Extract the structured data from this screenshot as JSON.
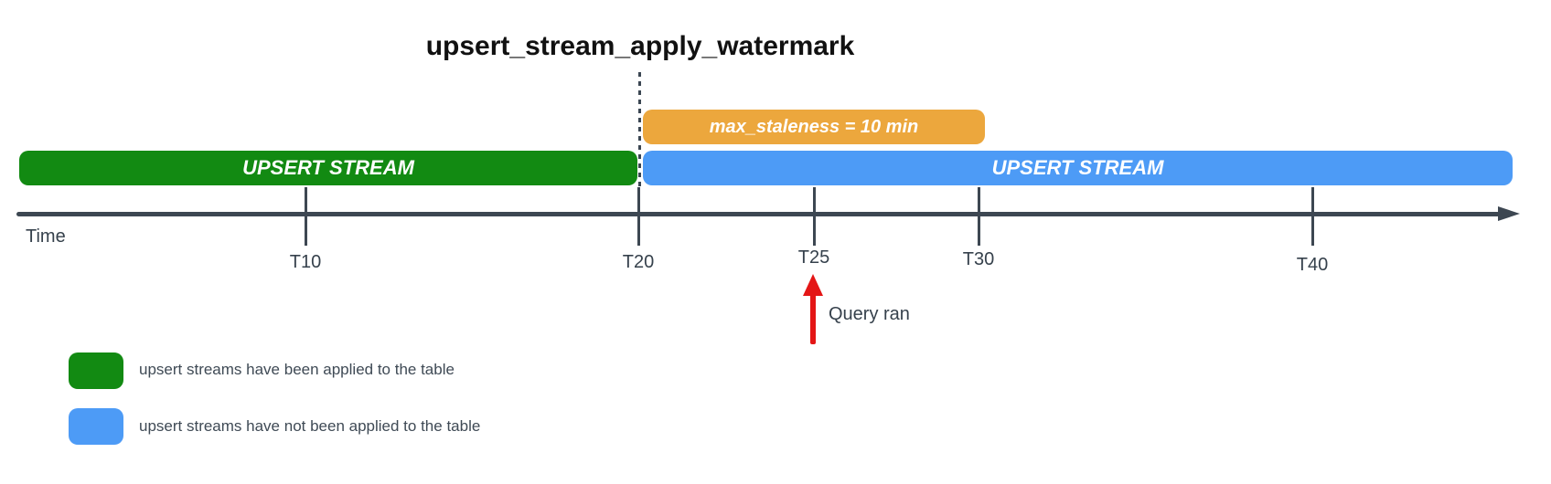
{
  "title": "upsert_stream_apply_watermark",
  "staleness_badge": {
    "label": "max_staleness = 10 min"
  },
  "bars": {
    "applied_label": "UPSERT STREAM",
    "not_applied_label": "UPSERT STREAM"
  },
  "timeline": {
    "axis_label": "Time",
    "ticks": [
      {
        "label": "T10"
      },
      {
        "label": "T20"
      },
      {
        "label": "T25"
      },
      {
        "label": "T30"
      },
      {
        "label": "T40"
      }
    ]
  },
  "annotation": {
    "label": "Query ran"
  },
  "legend": {
    "items": [
      {
        "color": "#128a12",
        "label": "upsert streams have been applied to the table"
      },
      {
        "color": "#4d9bf6",
        "label": "upsert streams have not been applied to the table"
      }
    ]
  },
  "colors": {
    "green": "#128a12",
    "blue": "#4d9bf6",
    "orange": "#eca73d",
    "red": "#e41616",
    "axis": "#3d4752",
    "label_text": "#36414c",
    "title_text": "#111111"
  }
}
